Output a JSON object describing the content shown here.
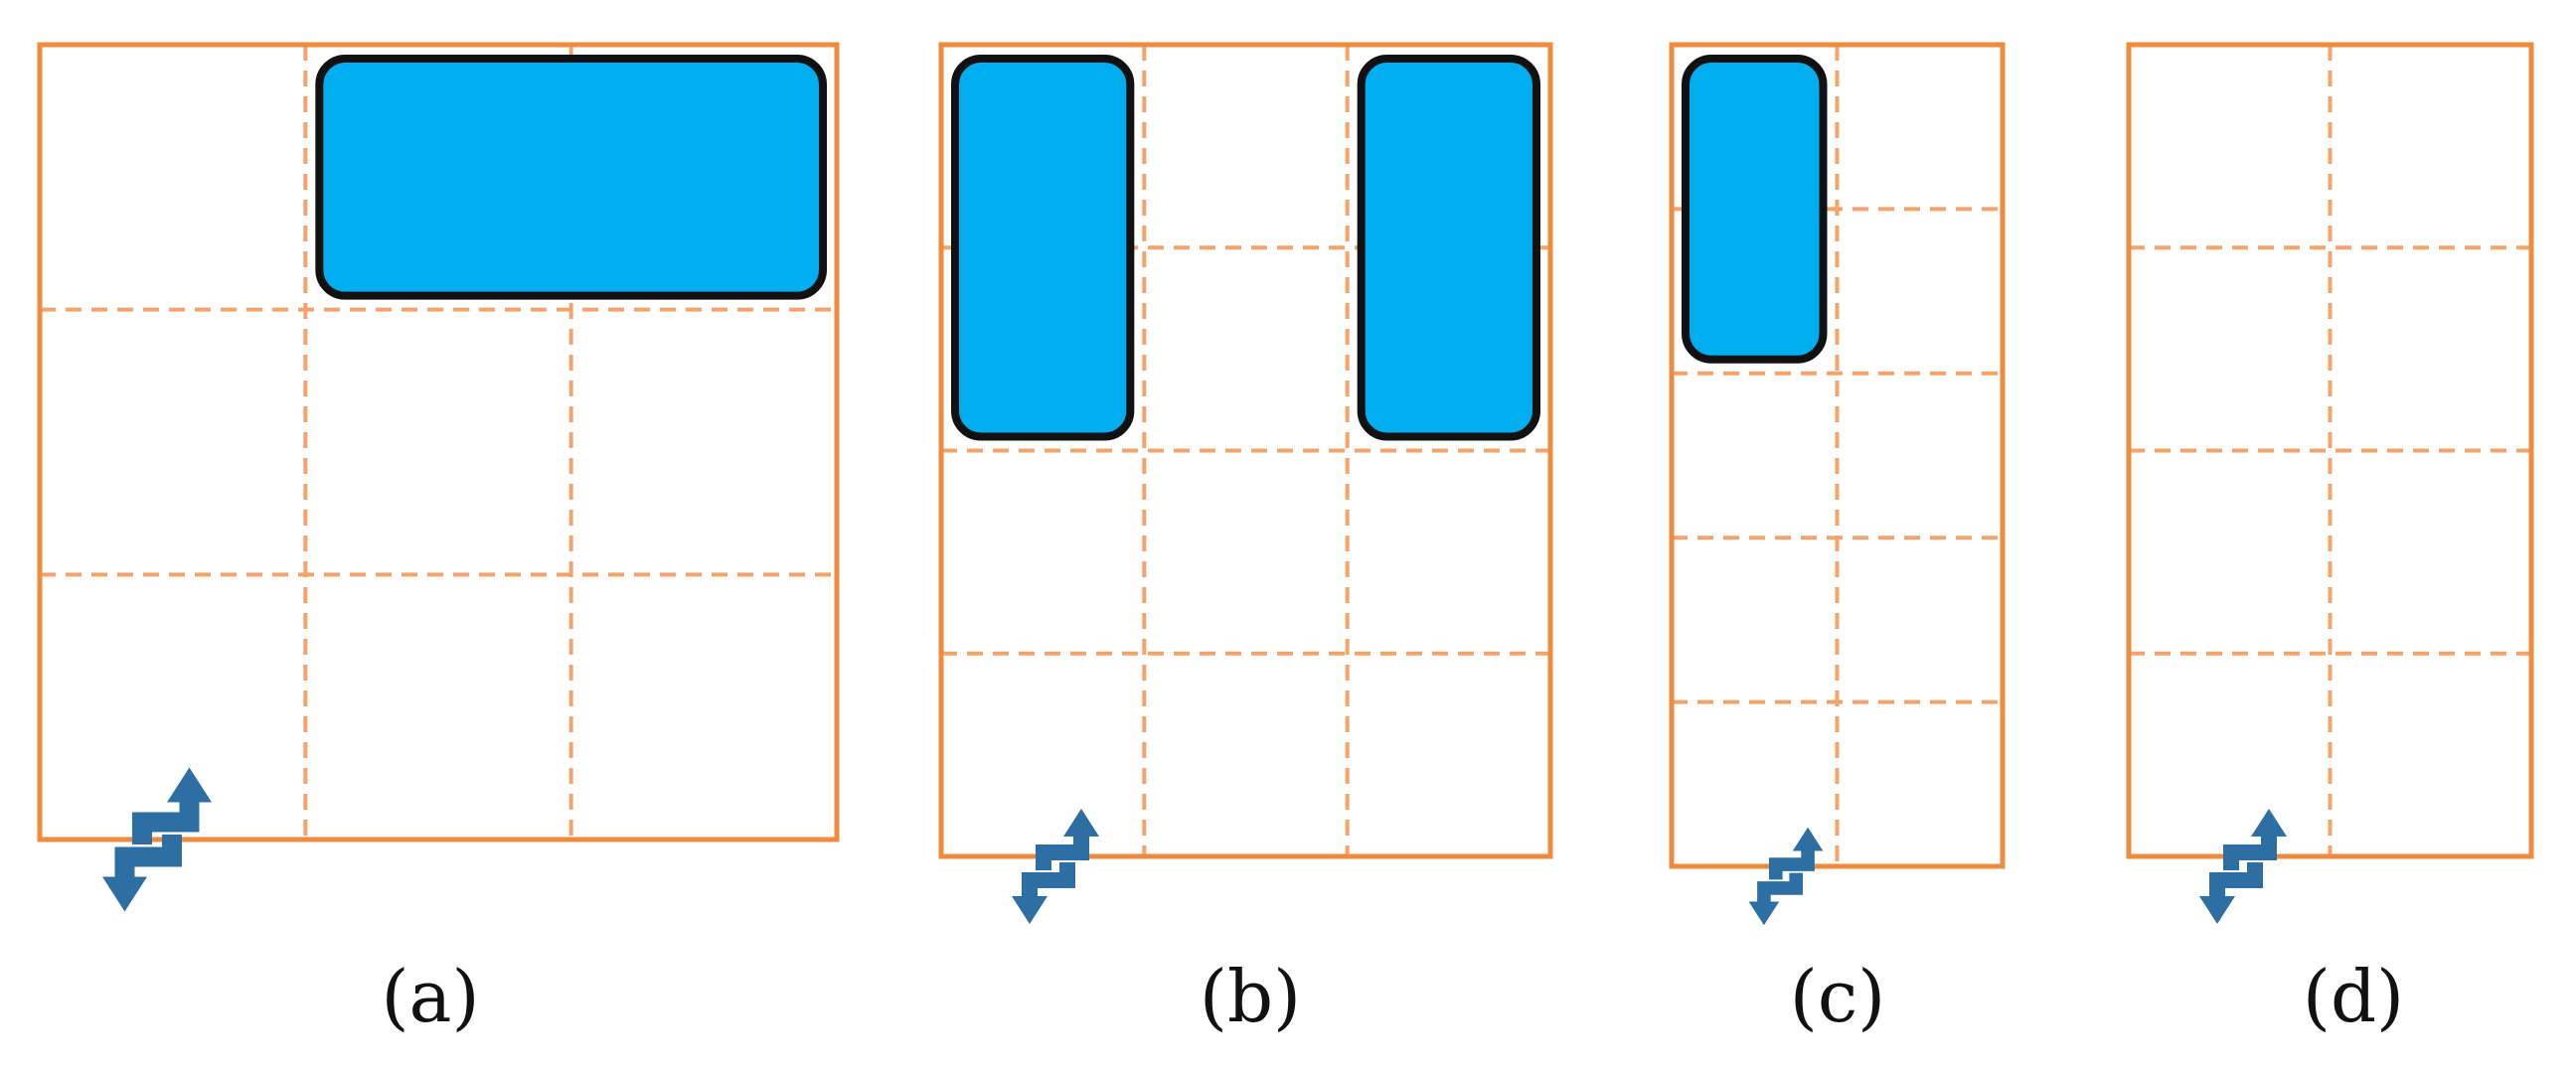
{
  "panels": [
    {
      "id": "a",
      "label": "(a)",
      "grid": {
        "cols": 3,
        "rows": 3
      },
      "blocks": [
        {
          "col": 1,
          "row": 0,
          "colspan": 2,
          "rowspan": 1
        }
      ]
    },
    {
      "id": "b",
      "label": "(b)",
      "grid": {
        "cols": 3,
        "rows": 4
      },
      "blocks": [
        {
          "col": 0,
          "row": 0,
          "colspan": 1,
          "rowspan": 2
        },
        {
          "col": 2,
          "row": 0,
          "colspan": 1,
          "rowspan": 2
        }
      ]
    },
    {
      "id": "c",
      "label": "(c)",
      "grid": {
        "cols": 2,
        "rows": 5
      },
      "blocks": [
        {
          "col": 0,
          "row": 0,
          "colspan": 1,
          "rowspan": 2
        }
      ]
    },
    {
      "id": "d",
      "label": "(d)",
      "grid": {
        "cols": 2,
        "rows": 4
      },
      "blocks": []
    }
  ],
  "colors": {
    "grid": "#f08a3c",
    "grid_dashed": "#f4a46a",
    "block_fill": "#00aeef",
    "block_stroke": "#111111",
    "icon": "#2e6fa3"
  },
  "icon_name": "swap-arrows-icon"
}
